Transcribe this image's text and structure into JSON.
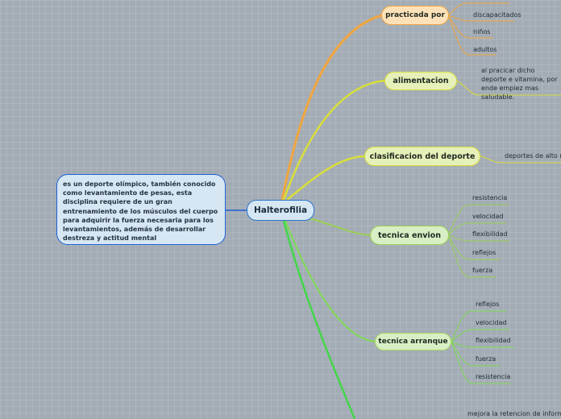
{
  "root": {
    "label": "Halterofilia"
  },
  "description": "es un deporte olímpico, también conocido como levantamiento de pesas, esta disciplina requiere de un gran entrenamiento de los músculos del cuerpo para adquirir la fuerza necesaria para los levantamientos, además de desarrollar destreza y actitud mental",
  "branches": {
    "practicada_por": {
      "label": "practicada por",
      "items": [
        "discapacitados",
        "niños",
        "adultos"
      ]
    },
    "alimentacion": {
      "label": "alimentacion",
      "text": "al pracicar dicho deporte e vitamina, por ende empiez mas saludable."
    },
    "clasificacion": {
      "label": "clasificacion del deporte",
      "text": "deportes de alto re"
    },
    "tecnica_envion": {
      "label": "tecnica envion",
      "items": [
        "resistencia",
        "velocidad",
        "flexibilidad",
        "reflejos",
        "fuerza"
      ]
    },
    "tecnica_arranque": {
      "label": "tecnica arranque",
      "items": [
        "reflejos",
        "velocidad",
        "flexibilidad",
        "fuerza",
        "resistencia"
      ]
    },
    "beneficios": {
      "text": "mejora la retencion de informa"
    }
  },
  "colors": {
    "root_border": "#2a76c9",
    "orange": "#f0a640",
    "yellow": "#d9de3a",
    "lime": "#9ad154",
    "green": "#44d64a"
  }
}
